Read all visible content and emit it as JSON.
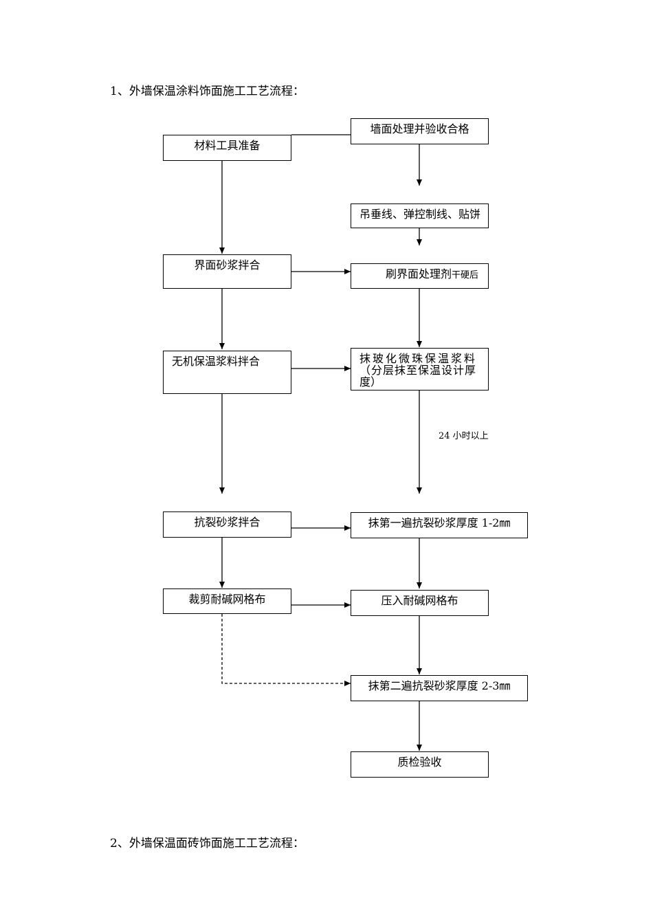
{
  "heading1": "1、外墙保温涂料饰面施工工艺流程：",
  "heading2": "2、外墙保温面砖饰面施工工艺流程：",
  "left_column": {
    "materials": "材料工具准备",
    "interface_mortar_mix": "界面砂浆拌合",
    "insulation_mortar_mix": "无机保温浆料拌合",
    "crack_mortar_mix": "抗裂砂浆拌合",
    "cut_mesh": "裁剪耐碱网格布"
  },
  "right_column": {
    "wall_treatment": "墙面处理并验收合格",
    "plumb_line": "吊垂线、弹控制线、贴饼",
    "interface_agent": "刷界面处理剂",
    "interface_agent_note": "干硬后",
    "apply_insulation_line1": "抹玻化微珠保温浆料",
    "apply_insulation_line2": "（分层抹至保温设计厚",
    "apply_insulation_line3": "度）",
    "wait_note": "24 小时以上",
    "first_coat": "抹第一遍抗裂砂浆厚度 1-2㎜",
    "press_mesh": "压入耐碱网格布",
    "second_coat": "抹第二遍抗裂砂浆厚度 2-3㎜",
    "inspection": "质检验收"
  }
}
